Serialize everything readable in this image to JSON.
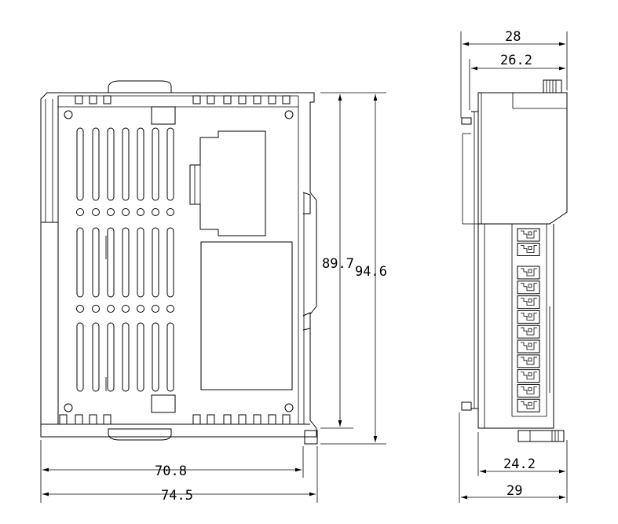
{
  "drawing": {
    "front_view": {
      "dim_width_inner": "70.8",
      "dim_width_outer": "74.5",
      "dim_height_inner": "89.7",
      "dim_height_outer": "94.6"
    },
    "side_view": {
      "dim_top_outer": "28",
      "dim_top_inner": "26.2",
      "dim_bottom_inner": "24.2",
      "dim_bottom_outer": "29"
    }
  }
}
